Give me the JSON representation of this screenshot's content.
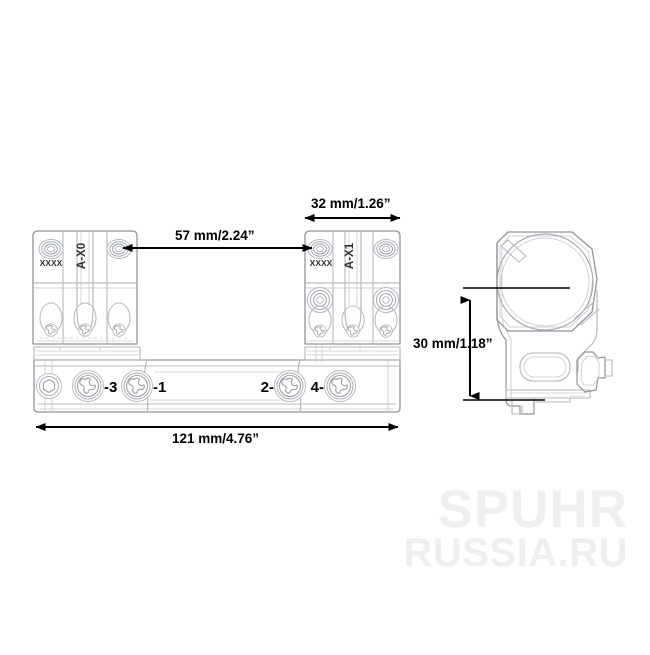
{
  "drawing": {
    "title": "Spuhr scope mount technical drawing",
    "background_color": "#ffffff",
    "line_color": "#9aa0a6",
    "dark_line_color": "#000000"
  },
  "dimensions": {
    "ring_spacing": "57 mm/2.24”",
    "ring_width": "32 mm/1.26”",
    "total_length": "121 mm/4.76”",
    "ring_height": "30 mm/1.18”"
  },
  "ring_markings": {
    "left_ring_label": "A-X0",
    "left_ring_serial": "XXXX",
    "right_ring_label": "A-X1",
    "right_ring_serial": "XXXX"
  },
  "screw_labels": {
    "s3": "-3",
    "s1": "-1",
    "s2": "2-",
    "s4": "4-"
  },
  "watermark": {
    "line1": "SPUHR",
    "line2": "RUSSIA.RU",
    "color": "#efefef"
  }
}
